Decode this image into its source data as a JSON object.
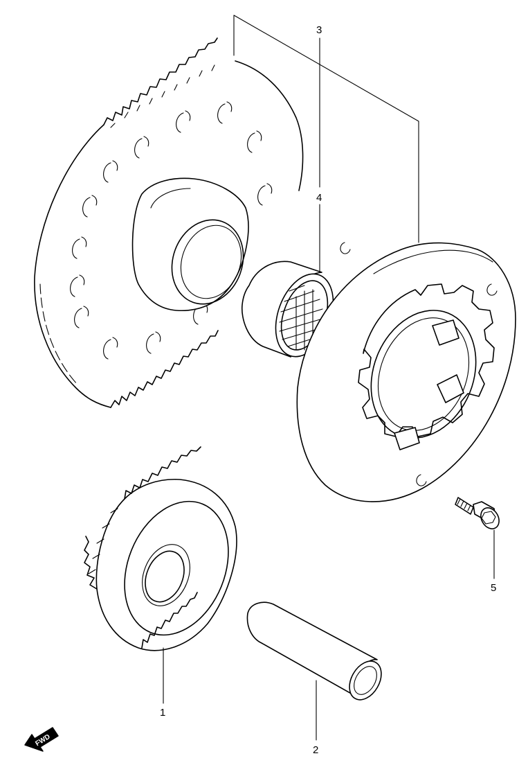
{
  "diagram": {
    "callouts": [
      {
        "id": "part-1",
        "number": "1"
      },
      {
        "id": "part-2",
        "number": "2"
      },
      {
        "id": "part-3",
        "number": "3"
      },
      {
        "id": "part-4",
        "number": "4"
      },
      {
        "id": "part-5",
        "number": "5"
      }
    ],
    "direction_badge": {
      "text": "FWD",
      "icon": "forward-arrow-icon"
    },
    "colors": {
      "ink": "#000000",
      "paper": "#ffffff"
    }
  }
}
